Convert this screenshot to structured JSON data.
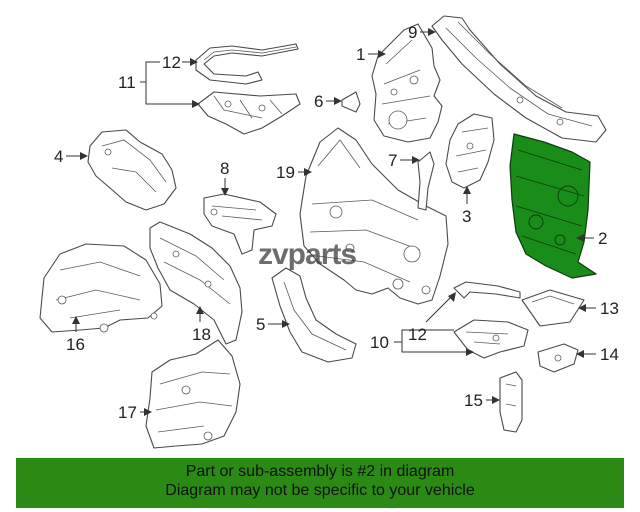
{
  "watermark": "zvparts",
  "banner": {
    "line1": "Part or sub-assembly is #2 in diagram",
    "line2": "Diagram may not be specific to your vehicle",
    "color": "#2a8a14"
  },
  "highlight_color": "#1a8c1a",
  "callouts": {
    "c1": "1",
    "c2": "2",
    "c3": "3",
    "c4": "4",
    "c5": "5",
    "c6": "6",
    "c7": "7",
    "c8": "8",
    "c9": "9",
    "c10": "10",
    "c11": "11",
    "c12a": "12",
    "c12b": "12",
    "c13": "13",
    "c14": "14",
    "c15": "15",
    "c16": "16",
    "c17": "17",
    "c18": "18",
    "c19": "19"
  }
}
